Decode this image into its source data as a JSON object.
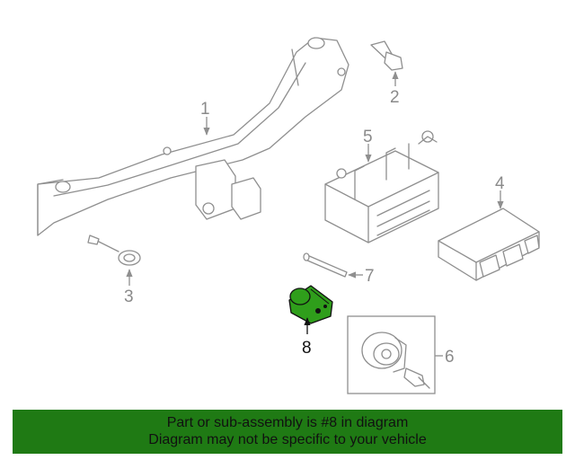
{
  "diagram": {
    "callouts": [
      "1",
      "2",
      "3",
      "4",
      "5",
      "6",
      "7",
      "8"
    ],
    "highlighted_part": "8",
    "highlight_color": "#2f9e1b",
    "line_color": "#8f8f8f"
  },
  "banner": {
    "line1": "Part or sub-assembly is #8 in diagram",
    "line2": "Diagram may not be specific to your vehicle",
    "background": "#1f7a14"
  }
}
